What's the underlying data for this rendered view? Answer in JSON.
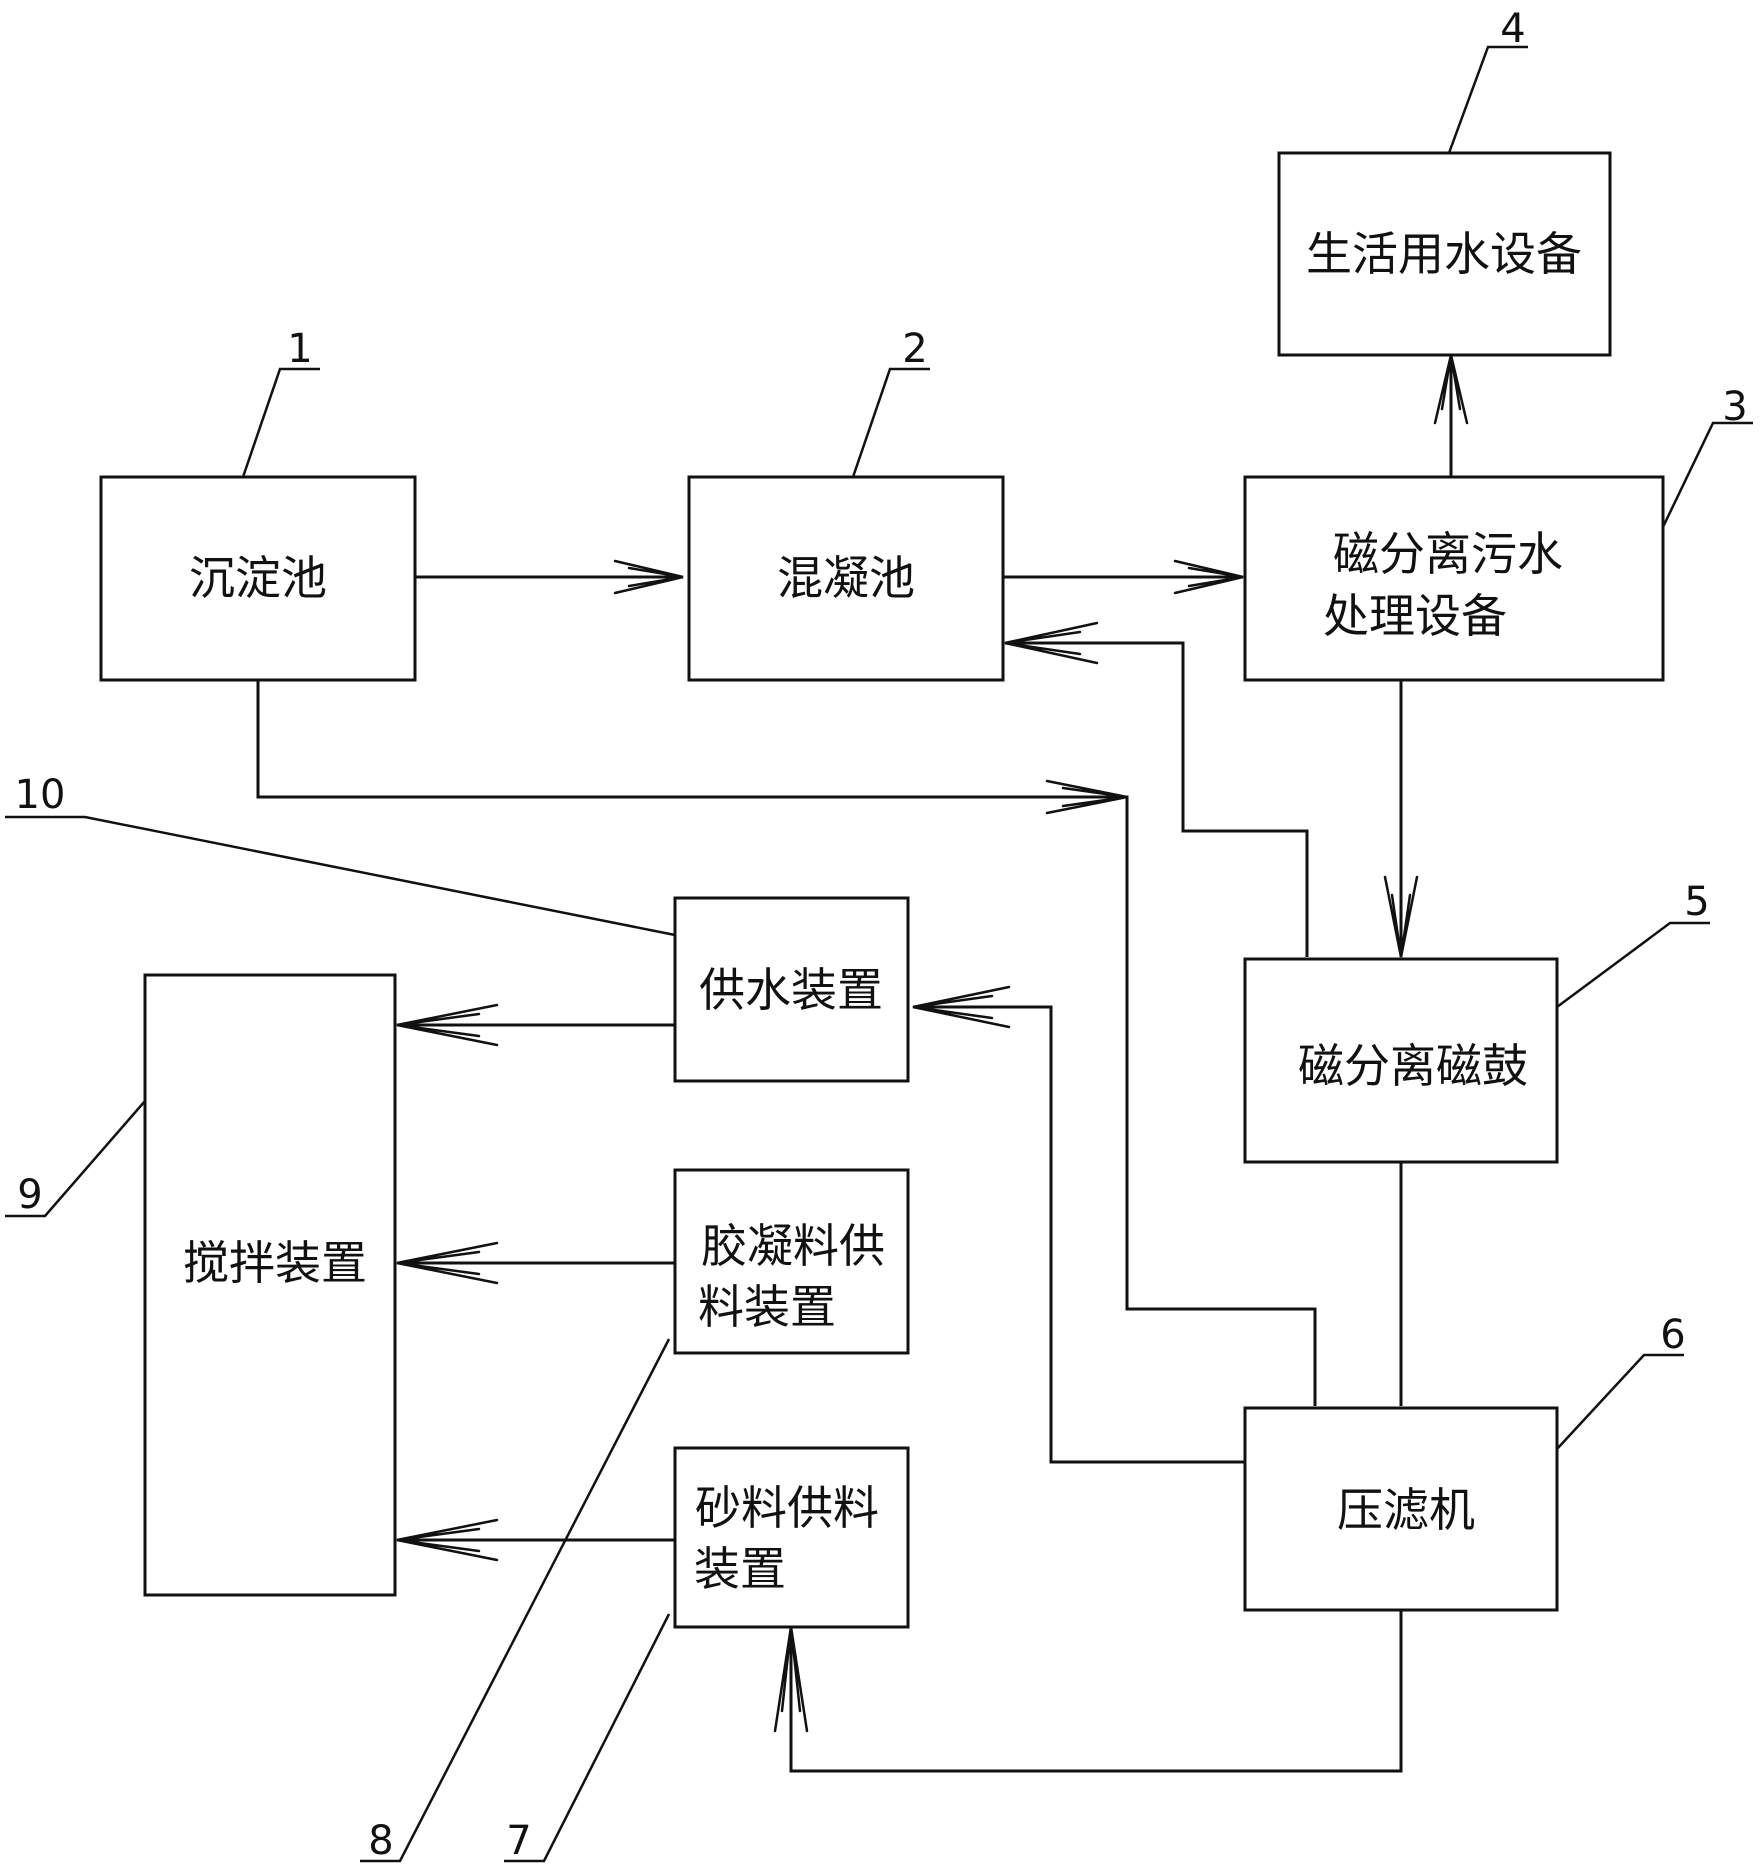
{
  "boxes": {
    "sedimentation_tank": {
      "id": "1",
      "lines": [
        "沉淀池"
      ]
    },
    "coagulation_tank": {
      "id": "2",
      "lines": [
        "混凝池"
      ]
    },
    "magnetic_separation_equipment": {
      "id": "3",
      "lines": [
        "磁分离污水",
        "处理设备"
      ]
    },
    "domestic_water_equipment": {
      "id": "4",
      "lines": [
        "生活用水设备"
      ]
    },
    "magnetic_drum": {
      "id": "5",
      "lines": [
        "磁分离磁鼓"
      ]
    },
    "filter_press": {
      "id": "6",
      "lines": [
        "压滤机"
      ]
    },
    "sand_feeder": {
      "id": "7",
      "lines": [
        "砂料供料",
        "装置"
      ]
    },
    "binder_feeder": {
      "id": "8",
      "lines": [
        "胶凝料供",
        "料装置"
      ]
    },
    "mixer": {
      "id": "9",
      "lines": [
        "搅拌装置"
      ]
    },
    "water_supply": {
      "id": "10",
      "lines": [
        "供水装置"
      ]
    }
  },
  "connections": [
    {
      "from": "sedimentation_tank",
      "to": "coagulation_tank"
    },
    {
      "from": "coagulation_tank",
      "to": "magnetic_separation_equipment"
    },
    {
      "from": "magnetic_separation_equipment",
      "to": "domestic_water_equipment"
    },
    {
      "from": "magnetic_separation_equipment",
      "to": "magnetic_drum"
    },
    {
      "from": "magnetic_drum",
      "to": "coagulation_tank"
    },
    {
      "from": "magnetic_drum",
      "to": "filter_press"
    },
    {
      "from": "sedimentation_tank",
      "to": "filter_press"
    },
    {
      "from": "filter_press",
      "to": "water_supply"
    },
    {
      "from": "filter_press",
      "to": "sand_feeder"
    },
    {
      "from": "water_supply",
      "to": "mixer"
    },
    {
      "from": "binder_feeder",
      "to": "mixer"
    },
    {
      "from": "sand_feeder",
      "to": "mixer"
    }
  ]
}
